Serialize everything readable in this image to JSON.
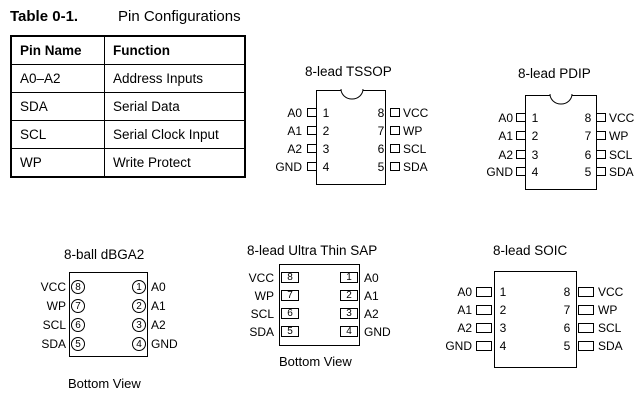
{
  "header": {
    "number": "Table 0-1.",
    "title": "Pin Configurations"
  },
  "table": {
    "headers": [
      "Pin Name",
      "Function"
    ],
    "rows": [
      [
        "A0–A2",
        "Address Inputs"
      ],
      [
        "SDA",
        "Serial Data"
      ],
      [
        "SCL",
        "Serial Clock Input"
      ],
      [
        "WP",
        "Write Protect"
      ]
    ]
  },
  "packages": {
    "tssop": {
      "title": "8-lead TSSOP",
      "left": [
        "A0",
        "A1",
        "A2",
        "GND"
      ],
      "left_nums": [
        "1",
        "2",
        "3",
        "4"
      ],
      "right": [
        "VCC",
        "WP",
        "SCL",
        "SDA"
      ],
      "right_nums": [
        "8",
        "7",
        "6",
        "5"
      ]
    },
    "pdip": {
      "title": "8-lead PDIP",
      "left": [
        "A0",
        "A1",
        "A2",
        "GND"
      ],
      "left_nums": [
        "1",
        "2",
        "3",
        "4"
      ],
      "right": [
        "VCC",
        "WP",
        "SCL",
        "SDA"
      ],
      "right_nums": [
        "8",
        "7",
        "6",
        "5"
      ]
    },
    "dbga": {
      "title": "8-ball dBGA2",
      "left": [
        "VCC",
        "WP",
        "SCL",
        "SDA"
      ],
      "left_nums": [
        "8",
        "7",
        "6",
        "5"
      ],
      "right": [
        "A0",
        "A1",
        "A2",
        "GND"
      ],
      "right_nums": [
        "1",
        "2",
        "3",
        "4"
      ],
      "caption": "Bottom View"
    },
    "sap": {
      "title": "8-lead Ultra Thin SAP",
      "left": [
        "VCC",
        "WP",
        "SCL",
        "SDA"
      ],
      "left_nums": [
        "8",
        "7",
        "6",
        "5"
      ],
      "right": [
        "A0",
        "A1",
        "A2",
        "GND"
      ],
      "right_nums": [
        "1",
        "2",
        "3",
        "4"
      ],
      "caption": "Bottom View"
    },
    "soic": {
      "title": "8-lead SOIC",
      "left": [
        "A0",
        "A1",
        "A2",
        "GND"
      ],
      "left_nums": [
        "1",
        "2",
        "3",
        "4"
      ],
      "right": [
        "VCC",
        "WP",
        "SCL",
        "SDA"
      ],
      "right_nums": [
        "8",
        "7",
        "6",
        "5"
      ]
    }
  }
}
